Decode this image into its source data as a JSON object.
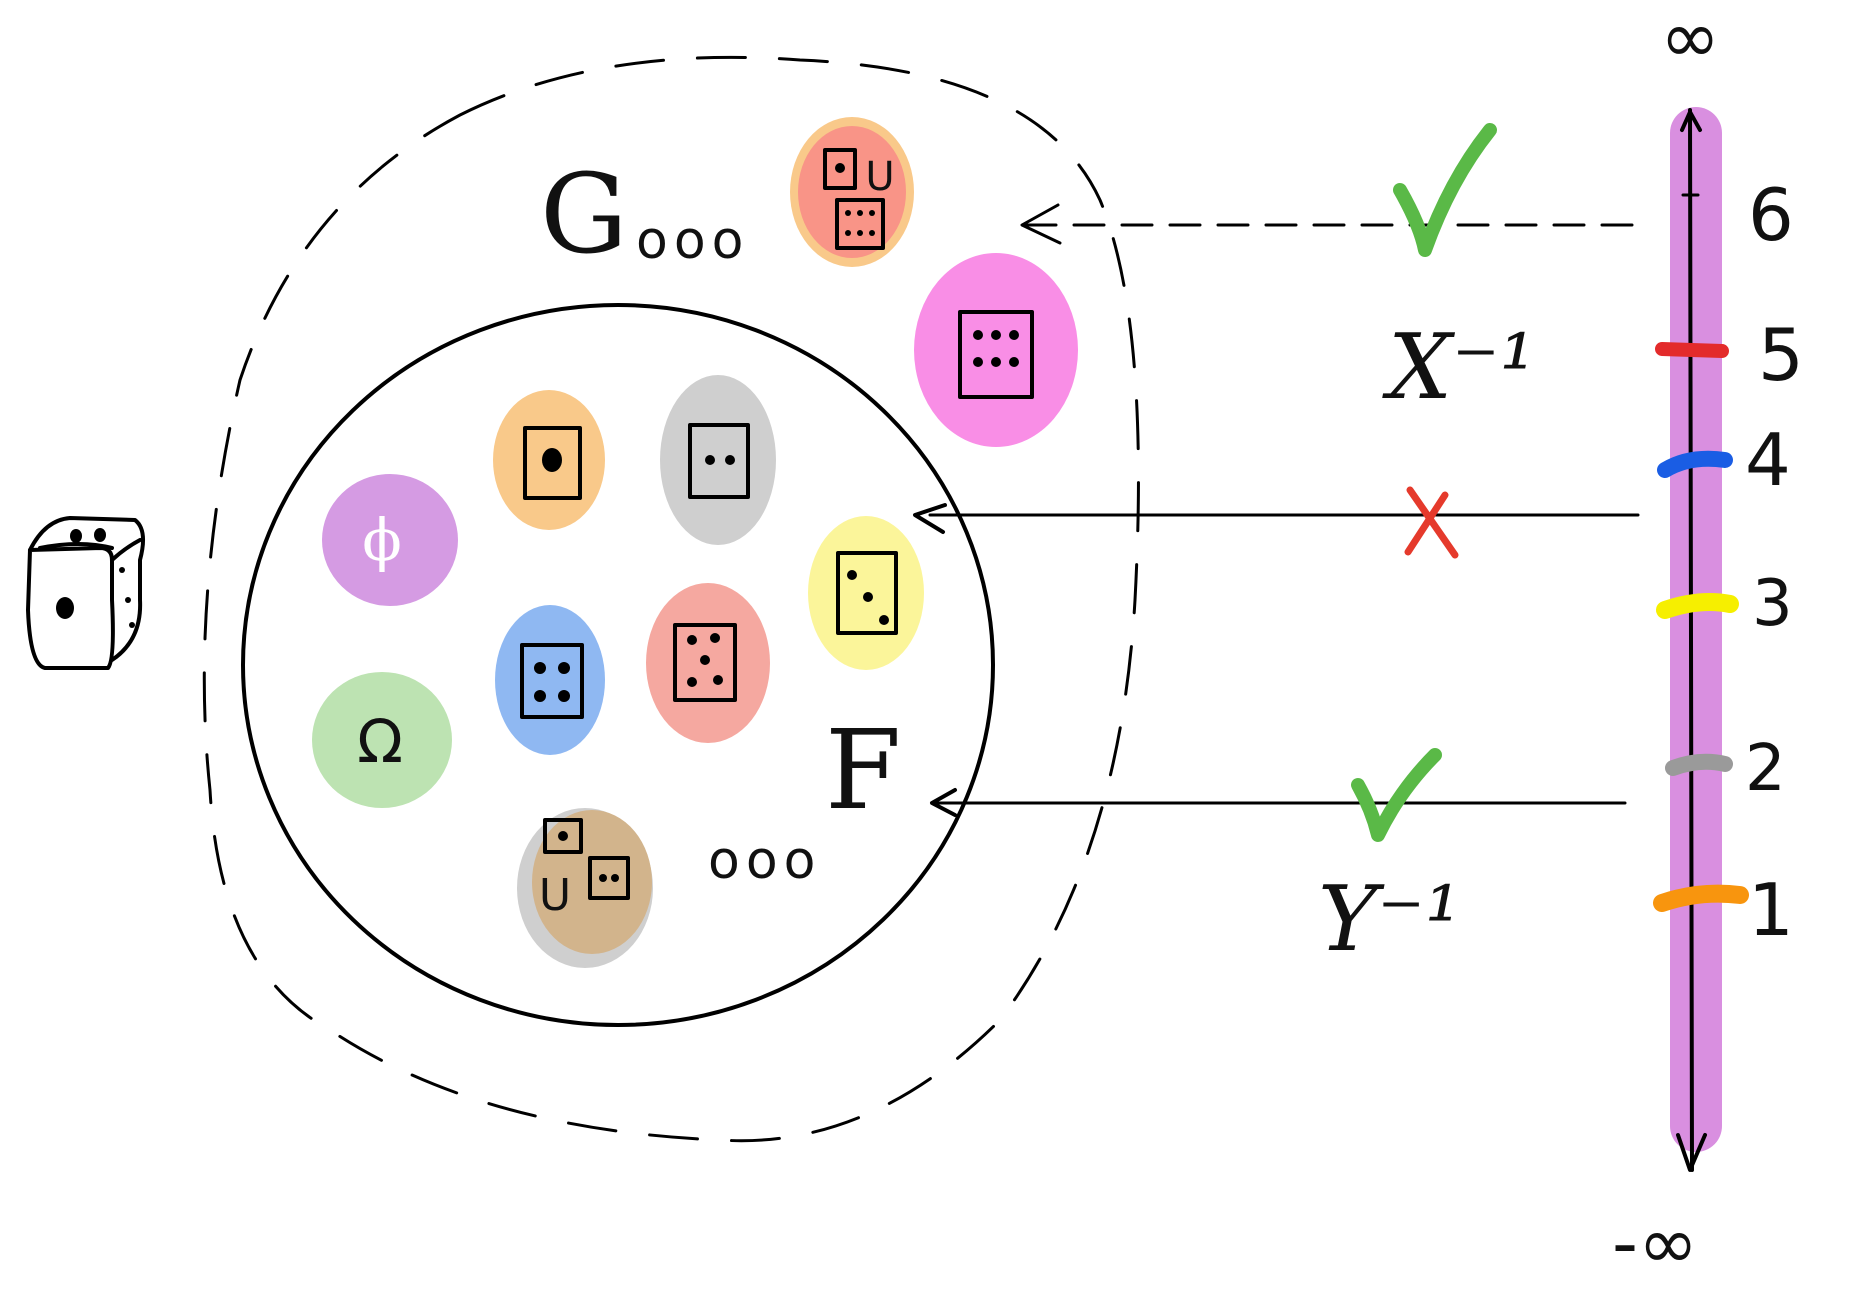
{
  "labels": {
    "sigma_outer": "G",
    "sigma_outer_dots": "ooo",
    "sigma_inner": "F",
    "sigma_inner_dots": "ooo",
    "empty_set": "ϕ",
    "omega": "Ω",
    "union_symbol": "U",
    "x_inverse": "X⁻¹",
    "y_inverse": "Y⁻¹",
    "plus_infinity": "∞",
    "minus_infinity": "-∞",
    "number_line_ticks": [
      "6",
      "5",
      "4",
      "3",
      "2",
      "1"
    ]
  },
  "colors": {
    "orange": "#f9c98a",
    "gray": "#cfcfcf",
    "purple": "#d59be3",
    "yellow": "#fbf59a",
    "blue": "#8fb8f2",
    "salmon": "#f5a8a0",
    "green": "#bde3b2",
    "brown": "#d2b48c",
    "pink": "#f98ee6",
    "red_orange": "#f99487",
    "number_line": "#d98fe0",
    "check": "#5ab947",
    "cross": "#e53a2c",
    "tick_red": "#e32b2b",
    "tick_blue": "#1a5de4",
    "tick_yellow": "#f6ef00",
    "tick_gray": "#9a9a9a",
    "tick_orange": "#f8950e"
  },
  "icons": [
    "die-icon",
    "check-icon",
    "cross-icon",
    "arrow-icon"
  ]
}
